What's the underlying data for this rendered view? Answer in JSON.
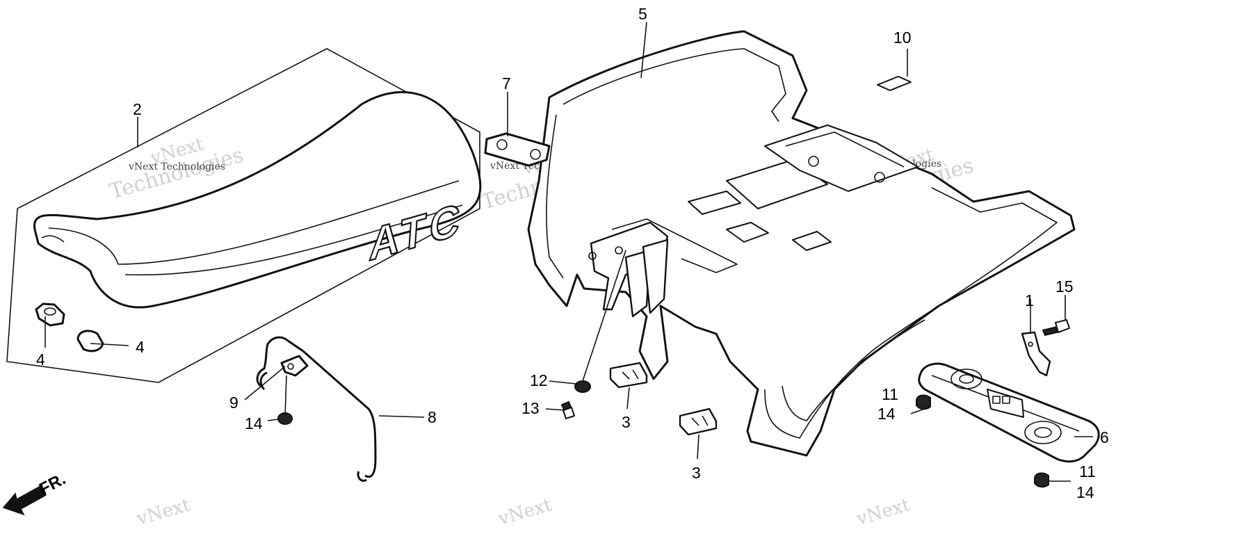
{
  "callouts": {
    "c1": "1",
    "c2": "2",
    "c3a": "3",
    "c3b": "3",
    "c4a": "4",
    "c4b": "4",
    "c5": "5",
    "c6": "6",
    "c7": "7",
    "c8": "8",
    "c9": "9",
    "c10": "10",
    "c11a": "11",
    "c11b": "11",
    "c12": "12",
    "c13": "13",
    "c14a": "14",
    "c14b": "14",
    "c14c": "14",
    "c15": "15"
  },
  "seat_logo": "ATC",
  "direction_label": "FR.",
  "watermark": {
    "line": "vNext Technologies",
    "big_top": "vNext",
    "big_bottom": "Technologies",
    "fragment": "vNext"
  }
}
